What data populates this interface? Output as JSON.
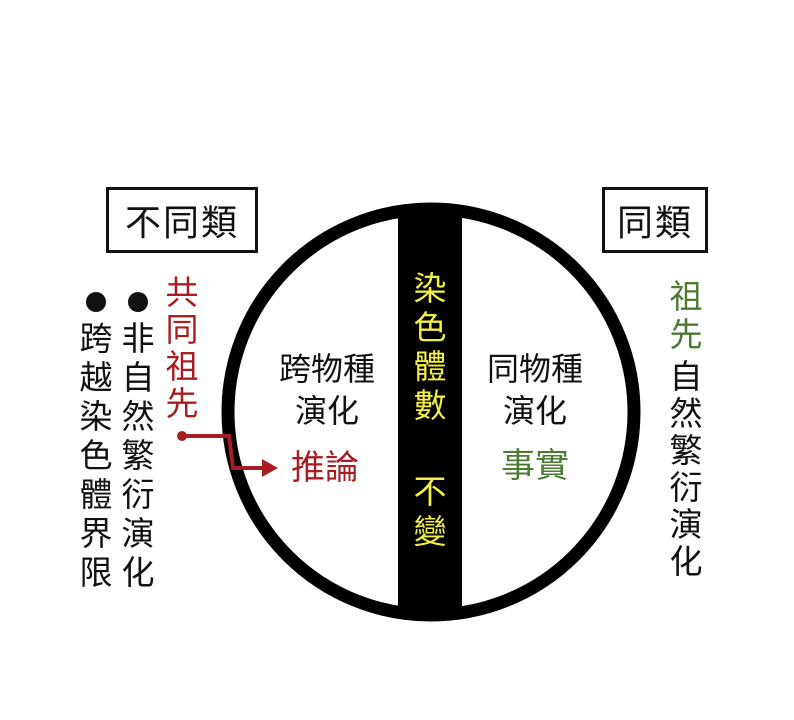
{
  "colors": {
    "black": "#111111",
    "red": "#a61e22",
    "green": "#4e7a34",
    "yellow": "#f2f044",
    "bar": "#000000"
  },
  "left": {
    "header": "不同類",
    "common_ancestor": [
      "共",
      "同",
      "祖",
      "先"
    ],
    "bullet1": [
      "非",
      "自",
      "然",
      "繁",
      "衍",
      "演",
      "化"
    ],
    "bullet2": [
      "跨",
      "越",
      "染",
      "色",
      "體",
      "界",
      "限"
    ]
  },
  "right": {
    "header": "同類",
    "ancestor": [
      "祖",
      "先"
    ],
    "desc": [
      "自",
      "然",
      "繁",
      "衍",
      "演",
      "化"
    ]
  },
  "circle": {
    "left_line1": "跨物種",
    "left_line2": "演化",
    "left_result": "推論",
    "right_line1": "同物種",
    "right_line2": "演化",
    "right_result": "事實",
    "bar_top": [
      "染",
      "色",
      "體",
      "數"
    ],
    "bar_bottom": [
      "不",
      "變"
    ]
  }
}
